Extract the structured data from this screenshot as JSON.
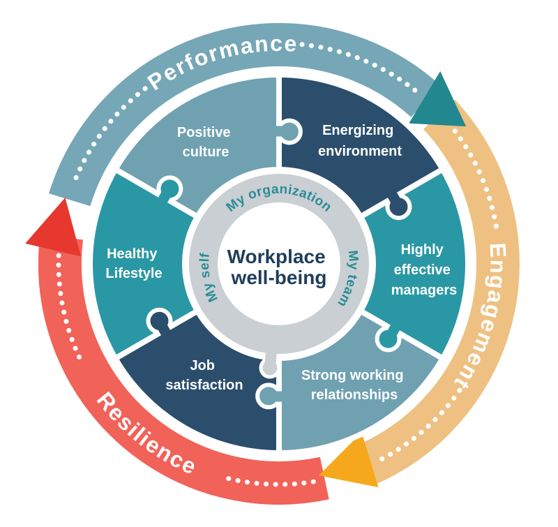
{
  "diagram": {
    "title": "Workplace well-being",
    "center": {
      "line1": "Workplace",
      "line2": "well-being"
    },
    "ring": {
      "top_label": "My organization",
      "right_label": "My team",
      "left_label": "My self"
    },
    "pieces": [
      {
        "label": "Positive culture",
        "lines": [
          "Positive",
          "culture"
        ],
        "color": "#6FA1B1"
      },
      {
        "label": "Energizing environment",
        "lines": [
          "Energizing",
          "environment"
        ],
        "color": "#2B4E6C"
      },
      {
        "label": "Highly effective managers",
        "lines": [
          "Highly",
          "effective",
          "managers"
        ],
        "color": "#2A98A4"
      },
      {
        "label": "Strong working relationships",
        "lines": [
          "Strong working",
          "relationships"
        ],
        "color": "#6FA1B1"
      },
      {
        "label": "Job satisfaction",
        "lines": [
          "Job",
          "satisfaction"
        ],
        "color": "#2B4E6C"
      },
      {
        "label": "Healthy Lifestyle",
        "lines": [
          "Healthy",
          "Lifestyle"
        ],
        "color": "#2A98A4"
      }
    ],
    "arcs": [
      {
        "label": "Performance",
        "color": "#75A7B6"
      },
      {
        "label": "Engagement",
        "color": "#EEC183"
      },
      {
        "label": "Resilience",
        "color": "#F16259"
      }
    ],
    "arrows": [
      {
        "name": "teal arrowhead",
        "color": "#23878F"
      },
      {
        "name": "yellow arrowhead",
        "color": "#F6A81C"
      },
      {
        "name": "red arrowhead",
        "color": "#E6382E"
      }
    ],
    "colors": {
      "ring_gray": "#C9CFD3",
      "ring_text_teal": "#2A8C96",
      "center_text_navy": "#1F3D5C",
      "label_white": "#FFFFFF",
      "background": "#FFFFFF"
    }
  }
}
